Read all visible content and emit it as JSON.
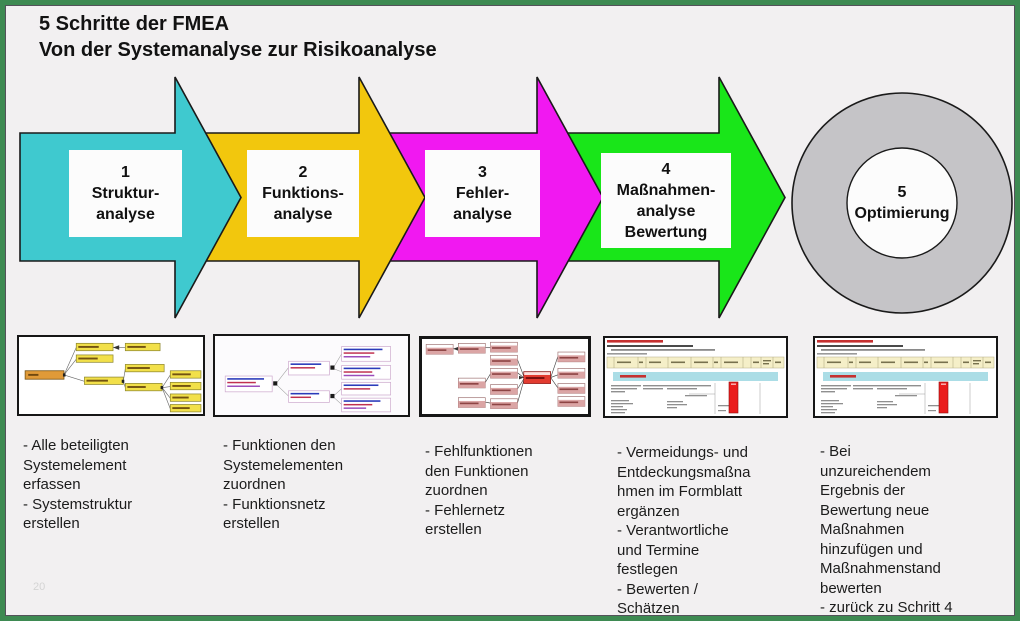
{
  "page": {
    "background": "#f2f0f1",
    "frame_color": "#3e8a52",
    "page_number": "20"
  },
  "title": {
    "line1": "5 Schritte der FMEA",
    "line2": "Von der Systemanalyse zur Risikoanalyse"
  },
  "steps": [
    {
      "number": "1",
      "name": "Strukturanalyse",
      "label": "1\nStruktur-\nanalyse",
      "arrow_color": "#3fc9cf",
      "description": "- Alle beteiligten\nSystemelement\nerfassen\n- Systemstruktur\nerstellen",
      "thumbnail": "system-structure-tree"
    },
    {
      "number": "2",
      "name": "Funktionsanalyse",
      "label": "2\nFunktions-\nanalyse",
      "arrow_color": "#f2c70d",
      "description": "- Funktionen den\nSystemelementen\nzuordnen\n- Funktionsnetz\nerstellen",
      "thumbnail": "function-net-diagram"
    },
    {
      "number": "3",
      "name": "Fehleranalyse",
      "label": "3\nFehler-\nanalyse",
      "arrow_color": "#f118f1",
      "description": "- Fehlfunktionen\nden Funktionen\nzuordnen\n- Fehlernetz\nerstellen",
      "thumbnail": "failure-net-diagram"
    },
    {
      "number": "4",
      "name": "Maßnahmenanalyse Bewertung",
      "label": "4\nMaßnahmen-\nanalyse\nBewertung",
      "arrow_color": "#19e619",
      "description": "- Vermeidungs- und\nEntdeckungsmaßna\nhmen im Formblatt\nergänzen\n- Verantwortliche\nund Termine\nfestlegen\n- Bewerten /\nSchätzen",
      "thumbnail": "fmea-form-with-risk-bar"
    },
    {
      "number": "5",
      "name": "Optimierung",
      "label": "5\nOptimierung",
      "arrow_color": "#c5c4c7",
      "description": "- Bei\nunzureichendem\nErgebnis der\nBewertung neue\nMaßnahmen\nhinzufügen und\nMaßnahmenstand\nbewerten\n- zurück zu Schritt 4",
      "thumbnail": "fmea-form-with-risk-bar"
    }
  ]
}
